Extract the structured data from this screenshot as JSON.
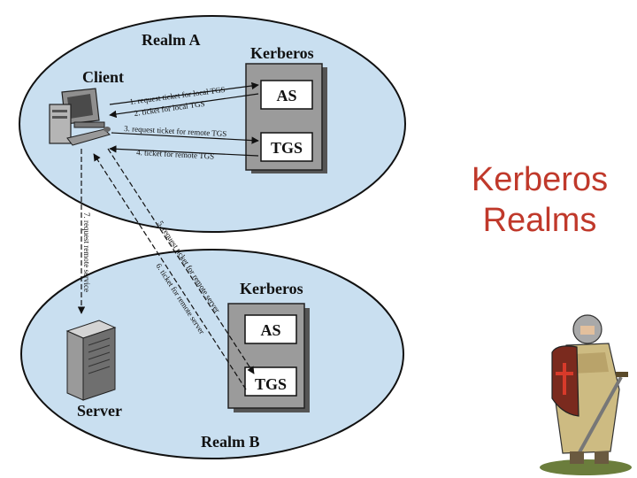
{
  "slide": {
    "title_line1": "Kerberos",
    "title_line2": "Realms"
  },
  "realm_a": {
    "label": "Realm A",
    "kerberos_label": "Kerberos",
    "as_label": "AS",
    "tgs_label": "TGS",
    "client_label": "Client"
  },
  "realm_b": {
    "label": "Realm B",
    "kerberos_label": "Kerberos",
    "as_label": "AS",
    "tgs_label": "TGS",
    "server_label": "Server"
  },
  "messages": [
    "1. request ticket for local TGS",
    "2. ticket for local TGS",
    "3. request ticket for remote TGS",
    "4. ticket for remote TGS",
    "5. request ticket for remote server",
    "6. ticket for remote server",
    "7. request remote service"
  ],
  "colors": {
    "realm_fill": "#c9dff0",
    "box_fill": "#9b9b9b",
    "title": "#c0392b"
  },
  "icons": [
    "client-computer-icon",
    "server-tower-icon",
    "knight-clipart-icon"
  ]
}
